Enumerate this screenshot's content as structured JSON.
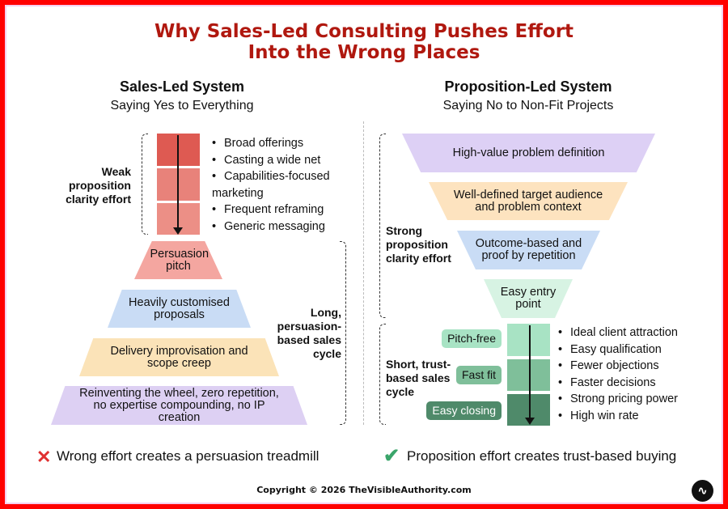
{
  "title": {
    "line1": "Why Sales-Led Consulting Pushes Effort",
    "line2": "Into the Wrong Places"
  },
  "left": {
    "heading": "Sales-Led System",
    "subheading": "Saying Yes to Everything",
    "bracket_top_label": "Weak proposition clarity effort",
    "bullets": [
      "Broad offerings",
      "Casting a wide net",
      "Capabilities-focused marketing",
      "Frequent reframing",
      "Generic messaging"
    ],
    "pyramid": [
      "Persuasion pitch",
      "Heavily customised proposals",
      "Delivery improvisation and scope creep",
      "Reinventing the wheel, zero repetition, no expertise compounding, no IP creation"
    ],
    "bracket_bottom_label": "Long, persuasion-based sales cycle",
    "footer": "Wrong effort creates a persuasion treadmill"
  },
  "right": {
    "heading": "Proposition-Led System",
    "subheading": "Saying No to Non-Fit Projects",
    "funnel": [
      "High-value problem definition",
      "Well-defined target audience and problem context",
      "Outcome-based and proof by repetition",
      "Easy entry point"
    ],
    "bracket_top_label": "Strong proposition clarity effort",
    "bracket_bottom_label": "Short, trust-based sales cycle",
    "pills": [
      "Pitch-free",
      "Fast fit",
      "Easy closing"
    ],
    "bullets": [
      "Ideal client attraction",
      "Easy qualification",
      "Fewer objections",
      "Faster decisions",
      "Strong pricing power",
      "High win rate"
    ],
    "footer": "Proposition effort creates trust-based buying"
  },
  "copyright": "Copyright © 2026 TheVisibleAuthority.com",
  "icons": {
    "wrong": "red-x-icon",
    "right": "green-check-icon",
    "logo": "visible-authority-logo"
  },
  "colors": {
    "title": "#b0180f",
    "border": "#ff0000",
    "x": "#e03030",
    "check": "#3aa56a"
  }
}
